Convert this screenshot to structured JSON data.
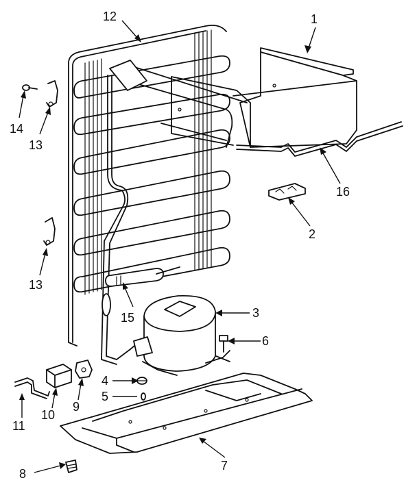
{
  "callouts": [
    {
      "id": "c1",
      "text": "1"
    },
    {
      "id": "c2",
      "text": "2"
    },
    {
      "id": "c3",
      "text": "3"
    },
    {
      "id": "c4",
      "text": "4"
    },
    {
      "id": "c5",
      "text": "5"
    },
    {
      "id": "c6",
      "text": "6"
    },
    {
      "id": "c7",
      "text": "7"
    },
    {
      "id": "c8",
      "text": "8"
    },
    {
      "id": "c9",
      "text": "9"
    },
    {
      "id": "c10",
      "text": "10"
    },
    {
      "id": "c11",
      "text": "11"
    },
    {
      "id": "c12",
      "text": "12"
    },
    {
      "id": "c13a",
      "text": "13"
    },
    {
      "id": "c13b",
      "text": "13"
    },
    {
      "id": "c14",
      "text": "14"
    },
    {
      "id": "c15",
      "text": "15"
    },
    {
      "id": "c16",
      "text": "16"
    }
  ],
  "colors": {
    "ink": "#111111",
    "paper": "#ffffff"
  }
}
